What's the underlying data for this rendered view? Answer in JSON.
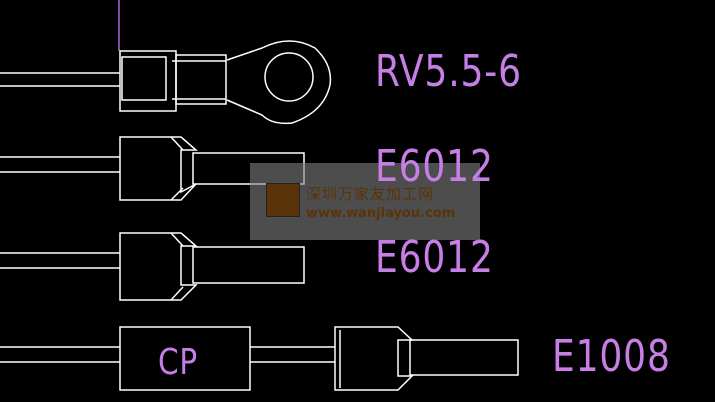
{
  "labels": {
    "row1": "RV5.5-6",
    "row2": "E6012",
    "row3": "E6012",
    "row4": "E1008",
    "cp": "CP"
  },
  "watermark": {
    "cn": "深圳万家友加工网",
    "url": "www.wanjiayou.com"
  },
  "colors": {
    "line": "#ffffff",
    "label": "#c77fe6",
    "background": "#000000"
  }
}
